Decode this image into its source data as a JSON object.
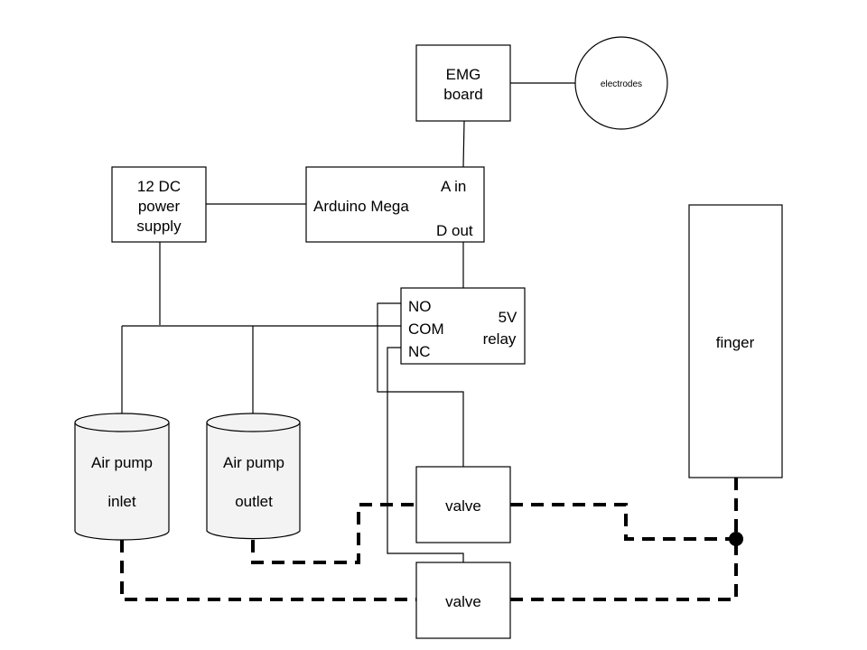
{
  "emg_board": {
    "line1": "EMG",
    "line2": "board"
  },
  "electrodes": {
    "label": "electrodes"
  },
  "power_supply": {
    "line1": "12 DC",
    "line2": "power",
    "line3": "supply"
  },
  "arduino": {
    "label": "Arduino Mega",
    "port_in": "A in",
    "port_out": "D out"
  },
  "relay": {
    "no": "NO",
    "com": "COM",
    "nc": "NC",
    "line1": "5V",
    "line2": "relay"
  },
  "finger": {
    "label": "finger"
  },
  "pump_inlet": {
    "line1": "Air pump",
    "line2": "inlet"
  },
  "pump_outlet": {
    "line1": "Air pump",
    "line2": "outlet"
  },
  "valve_top": {
    "label": "valve"
  },
  "valve_bottom": {
    "label": "valve"
  }
}
